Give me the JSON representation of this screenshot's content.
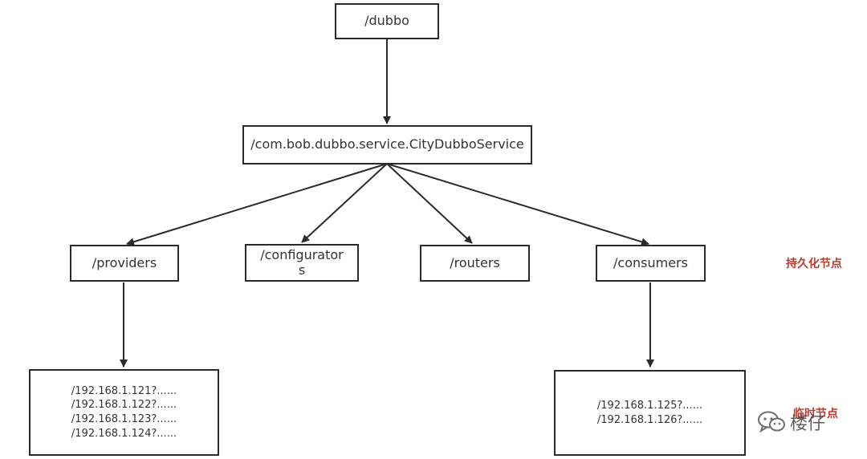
{
  "nodes": {
    "root": "/dubbo",
    "service": "/com.bob.dubbo.service.CityDubboService",
    "providers": "/providers",
    "configurators_line1": "/configurator",
    "configurators_line2": "s",
    "routers": "/routers",
    "consumers": "/consumers"
  },
  "provider_urls": [
    "/192.168.1.121?......",
    "/192.168.1.122?......",
    "/192.168.1.123?......",
    "/192.168.1.124?......"
  ],
  "consumer_urls": [
    "/192.168.1.125?......",
    "/192.168.1.126?......"
  ],
  "labels": {
    "persistent": "持久化节点",
    "ephemeral": "临时节点"
  },
  "watermark": {
    "text": "楼仔",
    "icon": "wechat-icon"
  },
  "colors": {
    "label": "#c0392b",
    "line": "#2b2b2b",
    "text": "#333333"
  }
}
